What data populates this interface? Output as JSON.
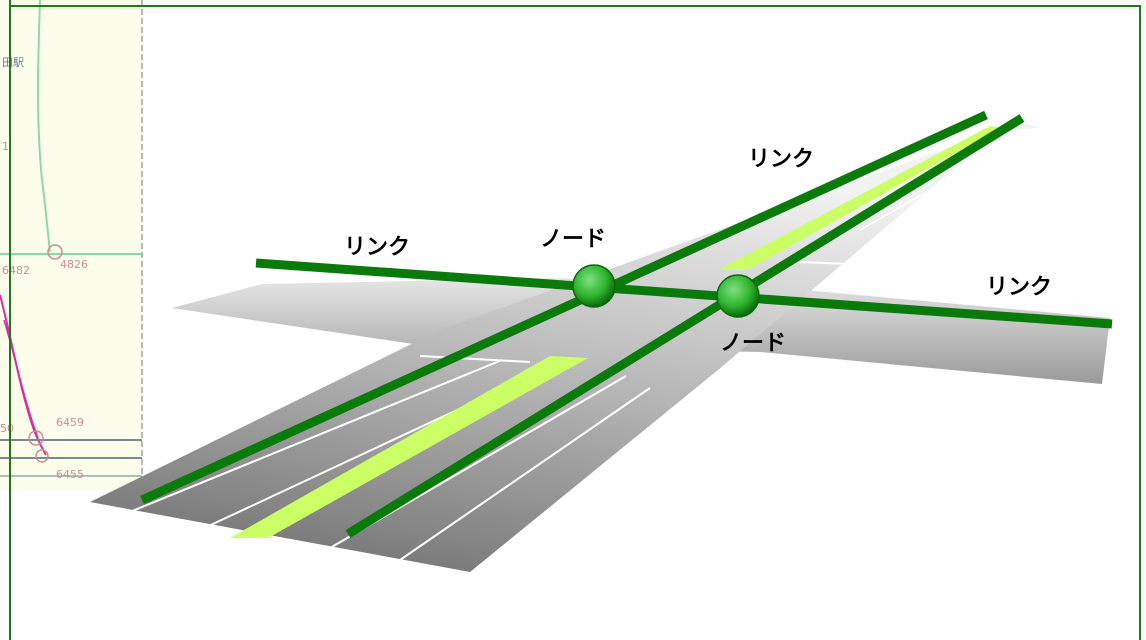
{
  "labels": {
    "link_upper": "リンク",
    "link_left": "リンク",
    "link_right": "リンク",
    "node_upper": "ノード",
    "node_lower": "ノード"
  },
  "background_map": {
    "station_fragment": "田駅",
    "fragment_1": "1",
    "numbers": [
      "6482",
      "4826",
      "6459",
      "6455",
      "50"
    ]
  },
  "colors": {
    "link_line": "#0a7a0a",
    "node_fill": "#2fb52f",
    "road_surface": "#8c8c8c",
    "median": "#ccff66",
    "frame": "#1d7a1d",
    "map_bg": "#fdfdec",
    "map_route_green": "#8fd9a8",
    "map_route_magenta": "#d6309a"
  }
}
